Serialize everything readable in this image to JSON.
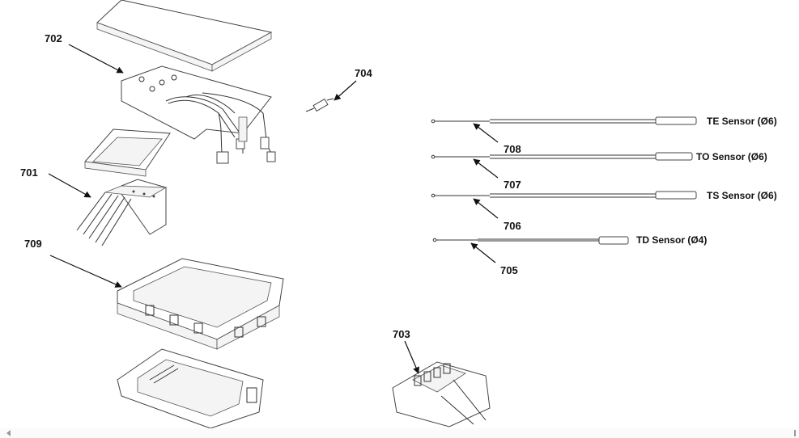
{
  "labels": {
    "p701": "701",
    "p702": "702",
    "p703": "703",
    "p704": "704",
    "p705": "705",
    "p706": "706",
    "p707": "707",
    "p708": "708",
    "p709": "709"
  },
  "sensors": {
    "te": "TE Sensor (Ø6)",
    "to": "TO Sensor (Ø6)",
    "ts": "TS Sensor (Ø6)",
    "td": "TD Sensor (Ø4)"
  }
}
